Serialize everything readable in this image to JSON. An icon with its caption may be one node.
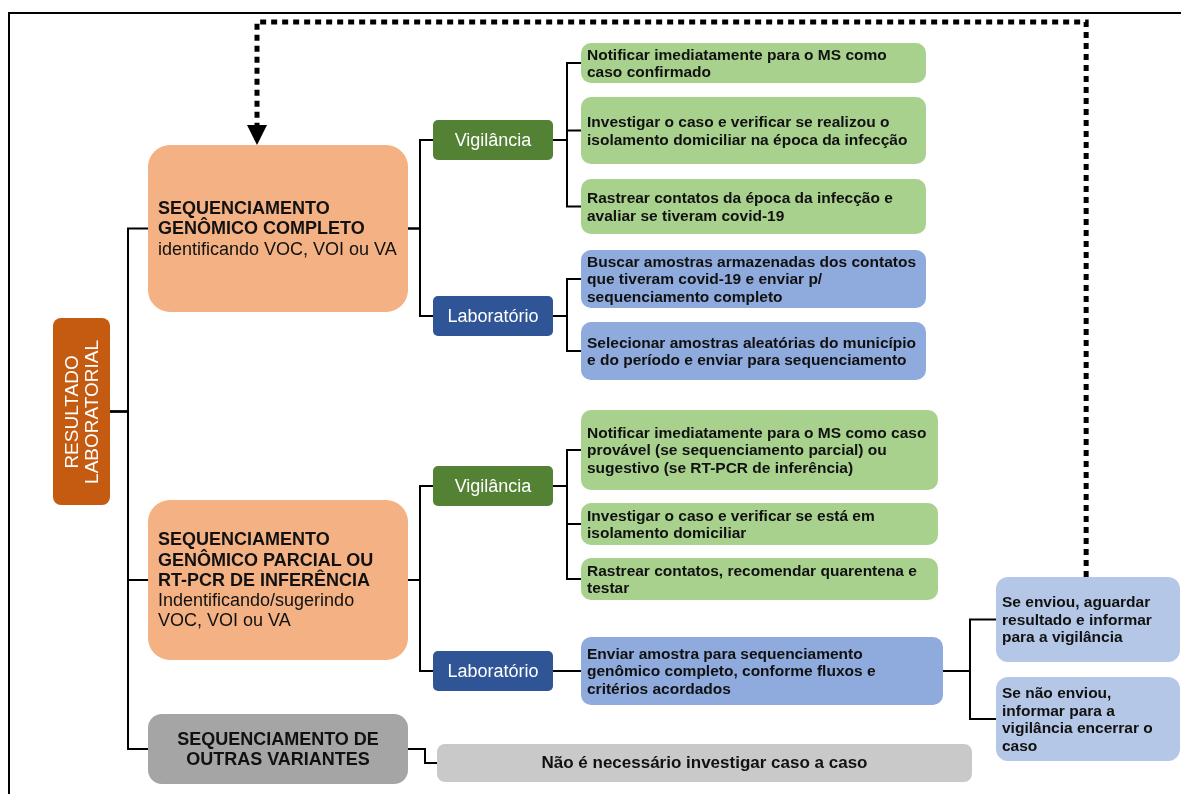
{
  "diagram": {
    "nodes": [
      {
        "text": [
          "RESULTADO LABORATORIAL"
        ]
      },
      {
        "text": [
          "SEQUENCIAMENTO GENÔMICO COMPLETO",
          "identificando VOC, VOI ou VA"
        ]
      },
      {
        "text": [
          "Vigilância"
        ]
      },
      {
        "text": [
          "Notificar imediatamente para o MS como caso confirmado"
        ]
      },
      {
        "text": [
          "Investigar o caso e verificar se realizou o isolamento domiciliar na época da infecção"
        ]
      },
      {
        "text": [
          "Rastrear contatos da época da infecção e avaliar se tiveram covid-19"
        ]
      },
      {
        "text": [
          "Laboratório"
        ]
      },
      {
        "text": [
          "Buscar amostras armazenadas dos contatos que tiveram covid-19 e enviar p/ sequenciamento completo"
        ]
      },
      {
        "text": [
          "Selecionar amostras aleatórias do município e do período e enviar para sequenciamento"
        ]
      },
      {
        "text": [
          "SEQUENCIAMENTO GENÔMICO PARCIAL OU RT-PCR DE INFERÊNCIA",
          "Indentificando/sugerindo VOC, VOI ou VA"
        ]
      },
      {
        "text": [
          "Vigilância"
        ]
      },
      {
        "text": [
          "Notificar imediatamente para o MS como caso provável (se sequenciamento parcial) ou sugestivo (se RT-PCR de inferência)"
        ]
      },
      {
        "text": [
          "Investigar o caso e verificar se está em isolamento domiciliar"
        ]
      },
      {
        "text": [
          "Rastrear contatos, recomendar quarentena e testar"
        ]
      },
      {
        "text": [
          "Laboratório"
        ]
      },
      {
        "text": [
          "Enviar amostra para sequenciamento genômico completo, conforme fluxos e critérios acordados"
        ]
      },
      {
        "text": [
          "Se enviou, aguardar resultado e informar para a vigilância"
        ]
      },
      {
        "text": [
          "Se não enviou, informar para a vigilância encerrar o caso"
        ]
      },
      {
        "text": [
          "SEQUENCIAMENTO DE OUTRAS VARIANTES"
        ]
      },
      {
        "text": [
          "Não é necessário investigar caso a caso"
        ]
      }
    ],
    "edges": [
      {
        "from": 0,
        "to": 1,
        "arrow": "none"
      },
      {
        "from": 0,
        "to": 9,
        "arrow": "none"
      },
      {
        "from": 0,
        "to": 18,
        "arrow": "none"
      },
      {
        "from": 1,
        "to": 2,
        "arrow": "none"
      },
      {
        "from": 1,
        "to": 6,
        "arrow": "none"
      },
      {
        "from": 2,
        "to": 3,
        "arrow": "none"
      },
      {
        "from": 2,
        "to": 4,
        "arrow": "none"
      },
      {
        "from": 2,
        "to": 5,
        "arrow": "none"
      },
      {
        "from": 6,
        "to": 7,
        "arrow": "none"
      },
      {
        "from": 6,
        "to": 8,
        "arrow": "none"
      },
      {
        "from": 9,
        "to": 10,
        "arrow": "none"
      },
      {
        "from": 9,
        "to": 14,
        "arrow": "none"
      },
      {
        "from": 10,
        "to": 11,
        "arrow": "none"
      },
      {
        "from": 10,
        "to": 12,
        "arrow": "none"
      },
      {
        "from": 10,
        "to": 13,
        "arrow": "none"
      },
      {
        "from": 14,
        "to": 15,
        "arrow": "none"
      },
      {
        "from": 15,
        "to": 16,
        "arrow": "none"
      },
      {
        "from": 15,
        "to": 17,
        "arrow": "none"
      },
      {
        "from": 18,
        "to": 19,
        "arrow": "none"
      },
      {
        "from": 16,
        "to": 1,
        "arrow": "to",
        "style": "dashed"
      }
    ]
  }
}
